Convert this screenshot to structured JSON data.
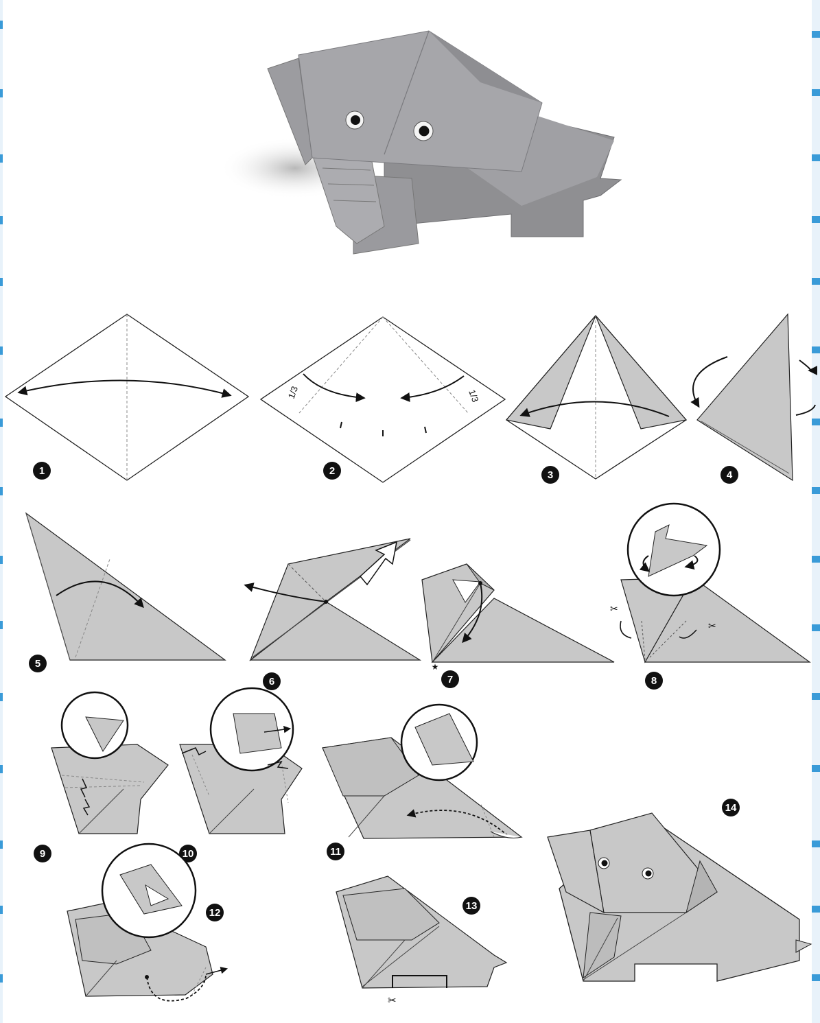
{
  "diagram": {
    "steps": [
      {
        "label": "1"
      },
      {
        "label": "2"
      },
      {
        "label": "3"
      },
      {
        "label": "4"
      },
      {
        "label": "5"
      },
      {
        "label": "6"
      },
      {
        "label": "7"
      },
      {
        "label": "8"
      },
      {
        "label": "9"
      },
      {
        "label": "10"
      },
      {
        "label": "11"
      },
      {
        "label": "12"
      },
      {
        "label": "13"
      },
      {
        "label": "14"
      }
    ],
    "fraction_marks": {
      "left": "1/3",
      "right": "1/3"
    }
  },
  "colors": {
    "paper": "#c8c8c8",
    "paper_dark": "#a9a9a9",
    "photo_paper": "#8f8f92",
    "photo_paper_light": "#a8a8ac",
    "line": "#222222",
    "edge_accent": "#3a9bd8"
  }
}
